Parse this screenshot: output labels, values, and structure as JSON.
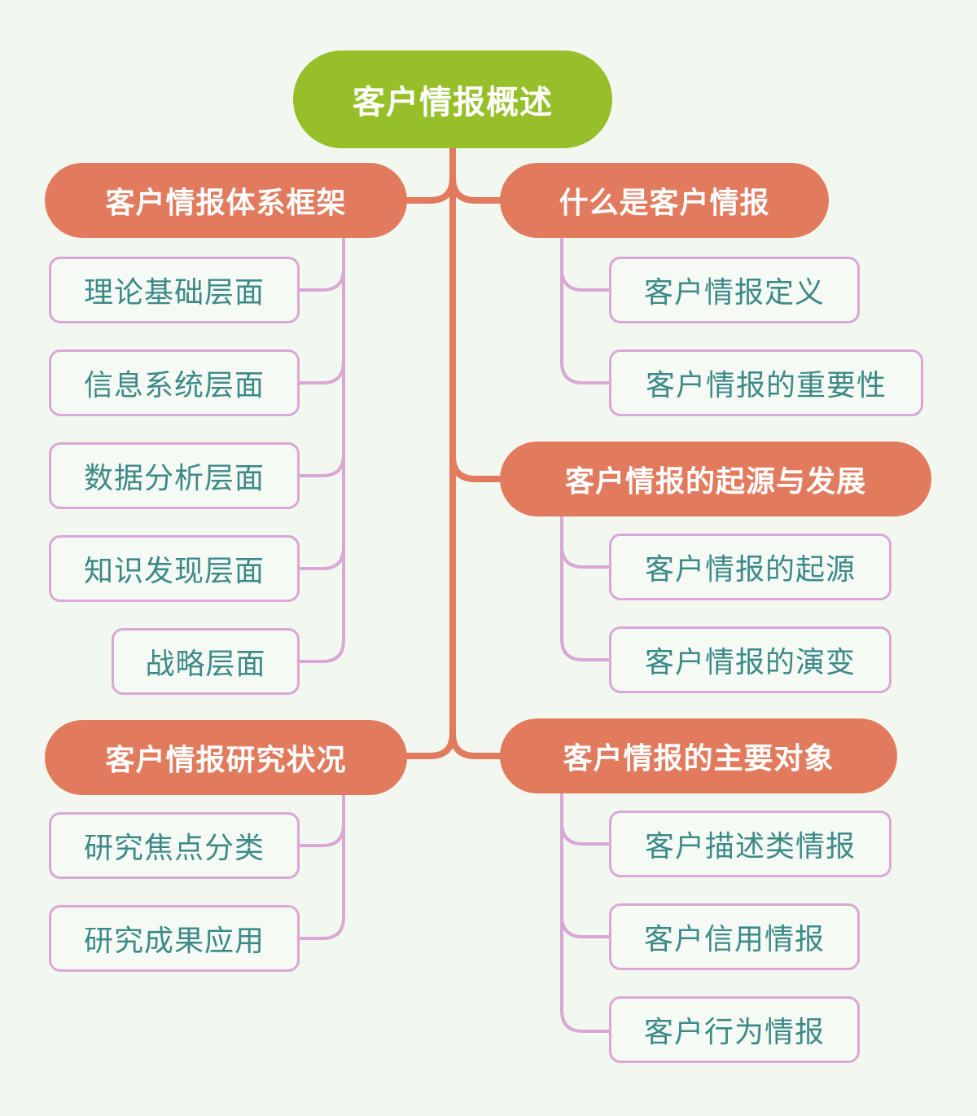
{
  "colors": {
    "background": "#f2f8ef",
    "root_fill": "#96bf2a",
    "branch_fill": "#e27b5e",
    "leaf_border": "#d9a8d6",
    "leaf_text": "#3c8a88",
    "trunk_line": "#e27b5e",
    "leaf_line": "#d9a8d6"
  },
  "root": {
    "label": "客户情报概述"
  },
  "left_branches": [
    {
      "label": "客户情报体系框架",
      "children": [
        "理论基础层面",
        "信息系统层面",
        "数据分析层面",
        "知识发现层面",
        "战略层面"
      ]
    },
    {
      "label": "客户情报研究状况",
      "children": [
        "研究焦点分类",
        "研究成果应用"
      ]
    }
  ],
  "right_branches": [
    {
      "label": "什么是客户情报",
      "children": [
        "客户情报定义",
        "客户情报的重要性"
      ]
    },
    {
      "label": "客户情报的起源与发展",
      "children": [
        "客户情报的起源",
        "客户情报的演变"
      ]
    },
    {
      "label": "客户情报的主要对象",
      "children": [
        "客户描述类情报",
        "客户信用情报",
        "客户行为情报"
      ]
    }
  ]
}
